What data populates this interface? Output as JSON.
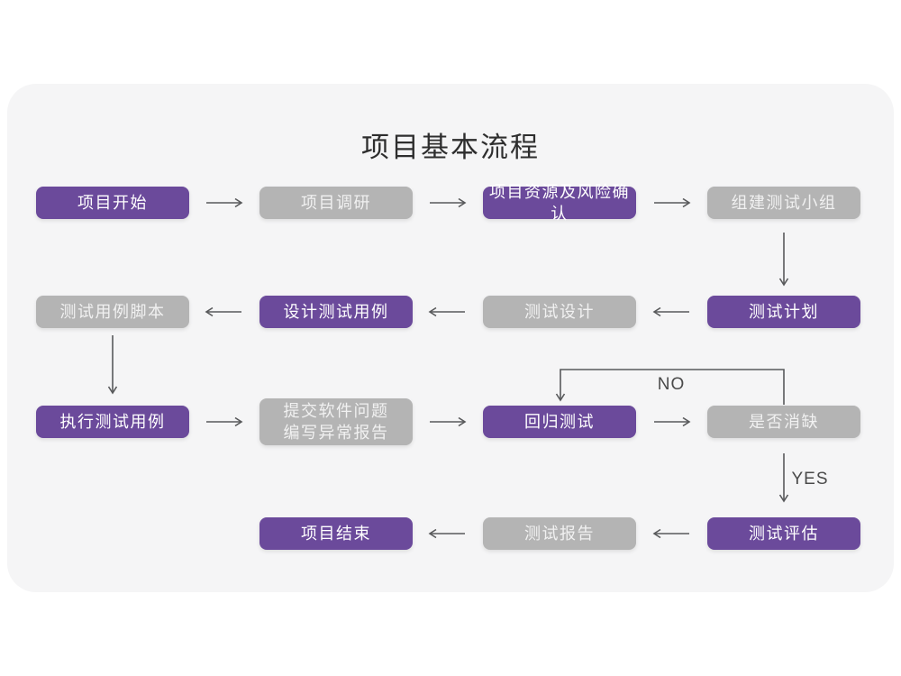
{
  "title": "项目基本流程",
  "edge_labels": {
    "no": "NO",
    "yes": "YES"
  },
  "colors": {
    "node_primary": "#6b4a9b",
    "node_secondary": "#b4b4b4",
    "canvas_card": "#f5f5f6",
    "arrow": "#58595b"
  },
  "nodes": [
    {
      "label": "项目开始",
      "variant": "purple"
    },
    {
      "label": "项目调研",
      "variant": "gray"
    },
    {
      "label": "项目资源及风险确认",
      "variant": "purple"
    },
    {
      "label": "组建测试小组",
      "variant": "gray"
    },
    {
      "label": "测试用例脚本",
      "variant": "gray"
    },
    {
      "label": "设计测试用例",
      "variant": "purple"
    },
    {
      "label": "测试设计",
      "variant": "gray"
    },
    {
      "label": "测试计划",
      "variant": "purple"
    },
    {
      "label": "执行测试用例",
      "variant": "purple"
    },
    {
      "label": "提交软件问题\n编写异常报告",
      "variant": "gray"
    },
    {
      "label": "回归测试",
      "variant": "purple"
    },
    {
      "label": "是否消缺",
      "variant": "gray"
    },
    {
      "label": "项目结束",
      "variant": "purple"
    },
    {
      "label": "测试报告",
      "variant": "gray"
    },
    {
      "label": "测试评估",
      "variant": "purple"
    }
  ]
}
